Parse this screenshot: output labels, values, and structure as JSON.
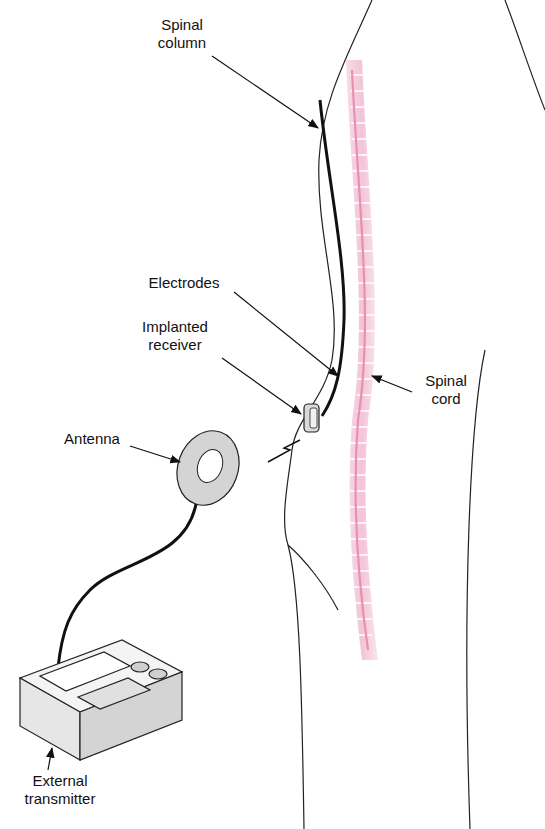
{
  "diagram": {
    "labels": [
      "Spinal column",
      "Electrodes",
      "Implanted receiver",
      "Spinal cord",
      "Antenna",
      "External transmitter"
    ]
  }
}
